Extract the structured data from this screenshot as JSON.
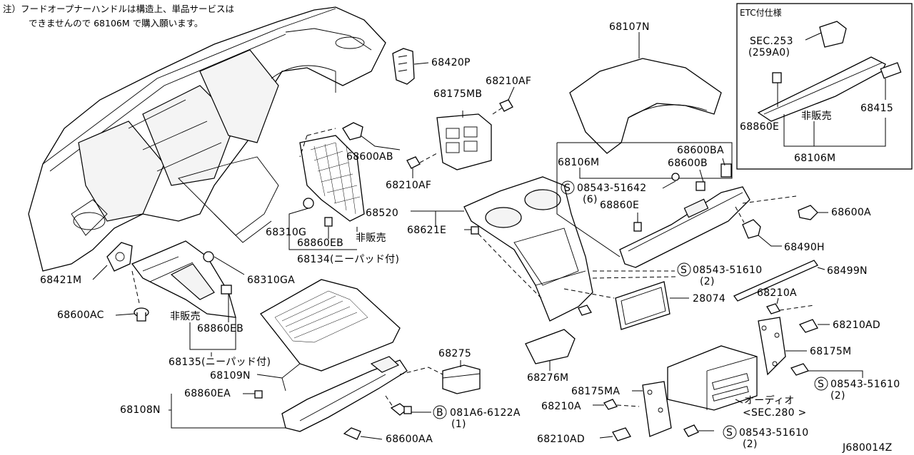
{
  "note": {
    "line1": "注）フードオープナーハンドルは構造上、単品サービスは",
    "line2": "できませんので 68106M で購入願います。"
  },
  "etc_box": {
    "title": "ETC付仕様",
    "sec_ref": "SEC.253",
    "sec_sub": "(259A0)",
    "part_68415": "68415",
    "part_68860E": "68860E",
    "not_sold": "非販売",
    "part_68106M": "68106M"
  },
  "labels": {
    "p68420P": "68420P",
    "p68107N": "68107N",
    "p68210AF_top": "68210AF",
    "p68175MB": "68175MB",
    "p68600AB": "68600AB",
    "p68210AF_bot": "68210AF",
    "p68106M": "68106M",
    "p68600BA": "68600BA",
    "p68600B": "68600B",
    "bolt_51642": "08543-51642",
    "bolt_51642_qty": "(6)",
    "p68860E": "68860E",
    "p68600A": "68600A",
    "p68520": "68520",
    "p68621E": "68621E",
    "p68310G": "68310G",
    "p68860EB_mid": "68860EB",
    "not_sold_mid": "非販売",
    "p68134": "68134(ニーパッド付)",
    "p68490H": "68490H",
    "bolt_51610_mid": "08543-51610",
    "bolt_51610_mid_qty": "(2)",
    "p68499N": "68499N",
    "p68421M": "68421M",
    "p68310GA": "68310GA",
    "p28074": "28074",
    "p68210A_r": "68210A",
    "p68600AC": "68600AC",
    "not_sold_left": "非販売",
    "p68860EB_left": "68860EB",
    "p68210AD_r": "68210AD",
    "p68175M": "68175M",
    "p68135": "68135(ニーパッド付)",
    "p68275": "68275",
    "p68109N": "68109N",
    "p68276M": "68276M",
    "bolt_51610_r": "08543-51610",
    "bolt_51610_r_qty": "(2)",
    "p68860EA": "68860EA",
    "p68175MA": "68175MA",
    "audio": "オーディオ",
    "audio_sec": "<SEC.280 >",
    "p68108N": "68108N",
    "p68210A_bot": "68210A",
    "bolt_6122A": "081A6-6122A",
    "bolt_6122A_qty": "(1)",
    "p68600AA": "68600AA",
    "p68210AD_bot": "68210AD",
    "bolt_51610_bot": "08543-51610",
    "bolt_51610_bot_qty": "(2)",
    "diagram_code": "J680014Z"
  },
  "symbols": {
    "s": "S",
    "b": "B"
  }
}
